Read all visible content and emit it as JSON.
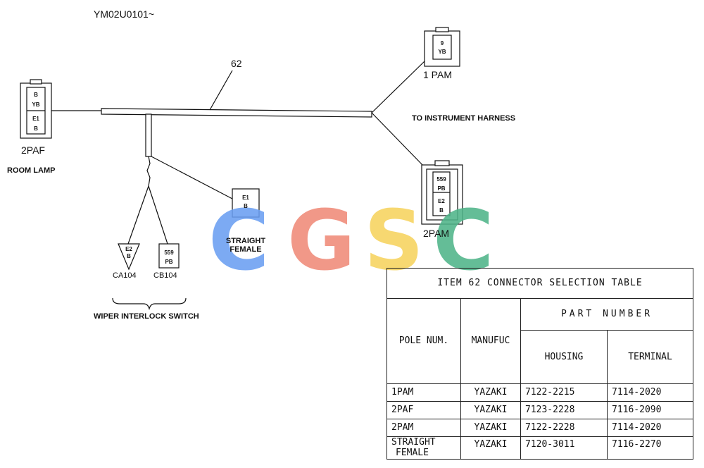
{
  "diagram_code": "YM02U0101~",
  "harness_item": "62",
  "connectors": {
    "room_lamp": {
      "name": "2PAF",
      "function": "ROOM LAMP",
      "pins": [
        "B",
        "YB",
        "E1",
        "B"
      ]
    },
    "pam1": {
      "name": "1 PAM",
      "pins": [
        "9",
        "YB"
      ]
    },
    "pam2": {
      "name": "2PAM",
      "pins": [
        "559",
        "PB",
        "E2",
        "B"
      ]
    },
    "straight": {
      "name": "STRAIGHT",
      "name2": "FEMALE",
      "pins": [
        "E1",
        "B"
      ]
    },
    "ca104": {
      "name": "CA104",
      "pins": [
        "E2",
        "B"
      ]
    },
    "cb104": {
      "name": "CB104",
      "pins": [
        "559",
        "PB"
      ]
    }
  },
  "labels": {
    "instrument": "TO INSTRUMENT HARNESS",
    "wiper": "WIPER INTERLOCK SWITCH"
  },
  "watermark": {
    "letters": [
      {
        "char": "C",
        "color": "#6a9ff2"
      },
      {
        "char": "G",
        "color": "#f08a78"
      },
      {
        "char": "S",
        "color": "#f7d35e"
      },
      {
        "char": "C",
        "color": "#4fb489"
      }
    ]
  },
  "table": {
    "title": "ITEM 62  CONNECTOR SELECTION TABLE",
    "headers": {
      "pole": "POLE NUM.",
      "manufacturer": "MANUFUC",
      "part_number": "PART NUMBER",
      "housing": "HOUSING",
      "terminal": "TERMINAL"
    },
    "rows": [
      {
        "pole": "1PAM",
        "pole2": "",
        "manufacturer": "YAZAKI",
        "housing": "7122-2215",
        "terminal": "7114-2020"
      },
      {
        "pole": "2PAF",
        "pole2": "",
        "manufacturer": "YAZAKI",
        "housing": "7123-2228",
        "terminal": "7116-2090"
      },
      {
        "pole": "2PAM",
        "pole2": "",
        "manufacturer": "YAZAKI",
        "housing": "7122-2228",
        "terminal": "7114-2020"
      },
      {
        "pole": "STRAIGHT",
        "pole2": "FEMALE",
        "manufacturer": "YAZAKI",
        "housing": "7120-3011",
        "terminal": "7116-2270"
      }
    ]
  }
}
